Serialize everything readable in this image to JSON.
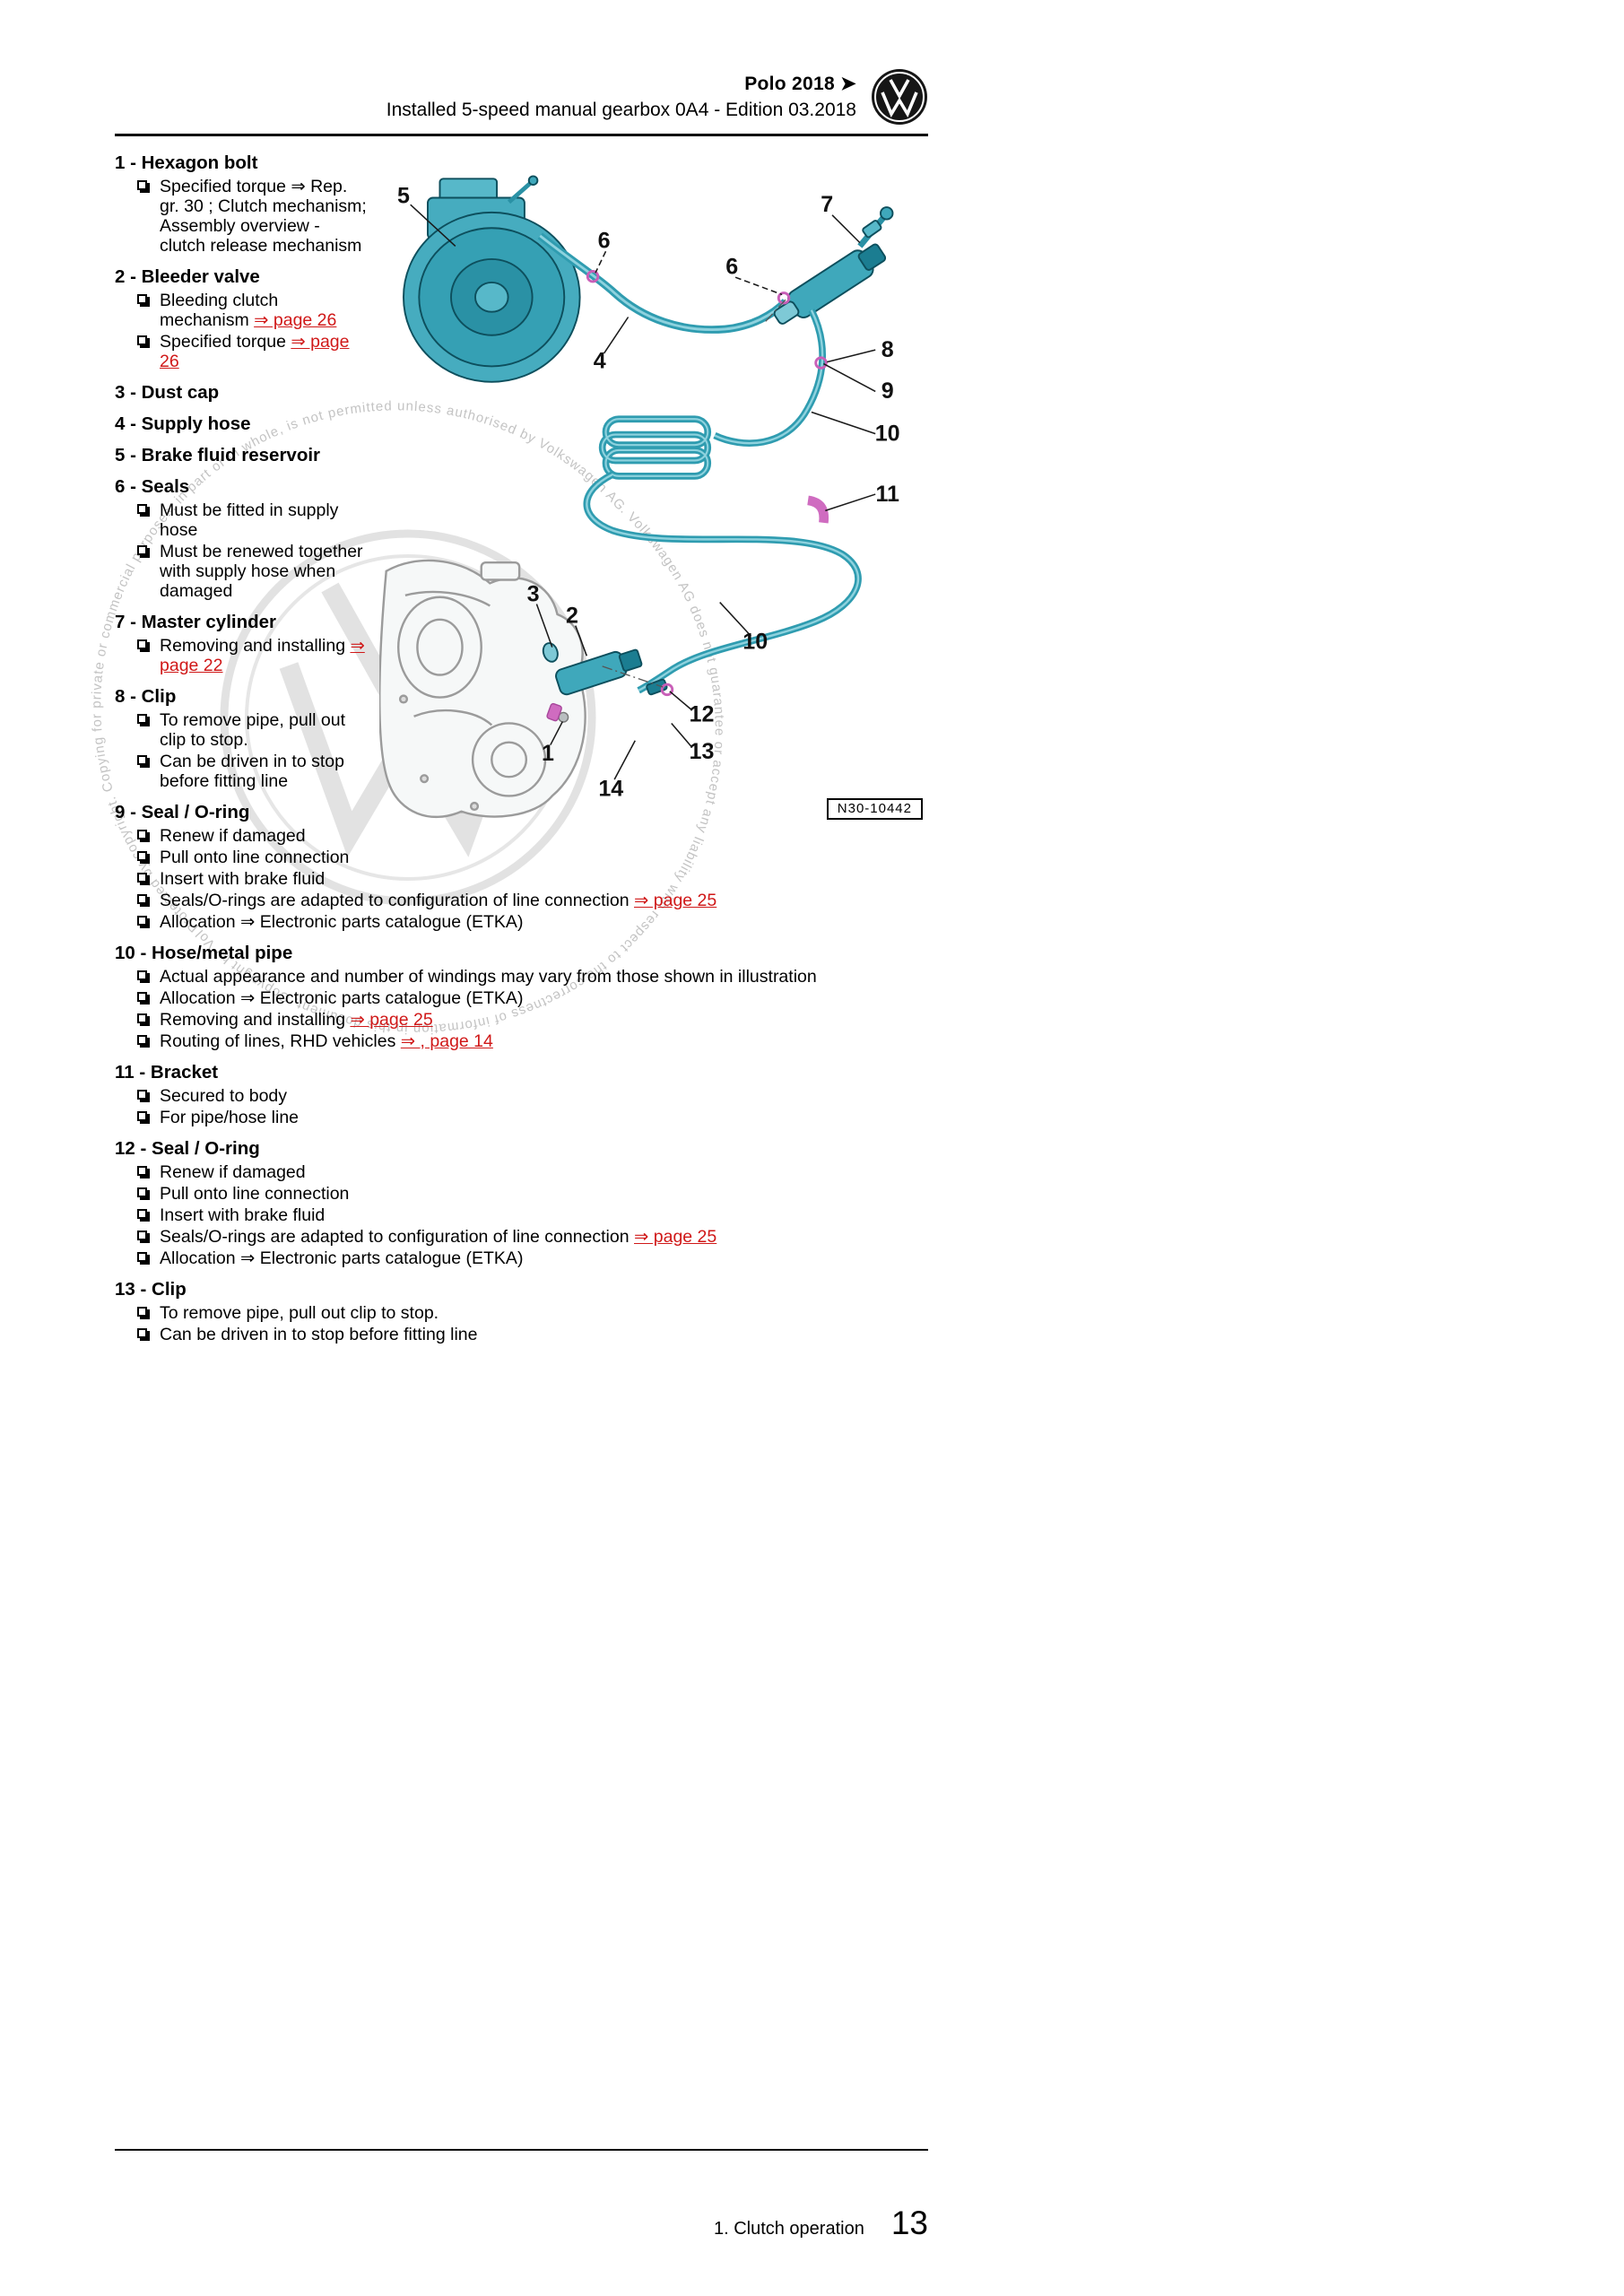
{
  "header": {
    "model": "Polo 2018 ➤",
    "title": "Installed 5-speed manual gearbox 0A4 - Edition 03.2018"
  },
  "watermark": {
    "text": "Protected by copyright. Copying for private or commercial purposes, in part or in whole, is not permitted unless authorised by Volkswagen AG. Volkswagen AG does not guarantee or accept any liability with respect to the correctness of information in this document. Copyright by Volkswagen AG."
  },
  "figure": {
    "label": "N30-10442",
    "callouts": [
      "5",
      "6",
      "6",
      "7",
      "8",
      "9",
      "10",
      "11",
      "4",
      "3",
      "2",
      "10",
      "12",
      "13",
      "1",
      "14"
    ]
  },
  "items": [
    {
      "num": "1",
      "name": "Hexagon bolt",
      "bullets": [
        [
          {
            "t": "Specified torque ⇒ Rep. gr. 30 ; Clutch mechanism; Assembly overview - clutch release mechanism"
          }
        ]
      ]
    },
    {
      "num": "2",
      "name": "Bleeder valve",
      "bullets": [
        [
          {
            "t": "Bleeding clutch mechanism "
          },
          {
            "t": "⇒ page 26",
            "link": true
          }
        ],
        [
          {
            "t": "Specified torque "
          },
          {
            "t": "⇒ page 26",
            "link": true
          }
        ]
      ]
    },
    {
      "num": "3",
      "name": "Dust cap",
      "bullets": []
    },
    {
      "num": "4",
      "name": "Supply hose",
      "bullets": []
    },
    {
      "num": "5",
      "name": "Brake fluid reservoir",
      "bullets": []
    },
    {
      "num": "6",
      "name": "Seals",
      "bullets": [
        [
          {
            "t": "Must be fitted in supply hose"
          }
        ],
        [
          {
            "t": "Must be renewed together with supply hose when damaged"
          }
        ]
      ]
    },
    {
      "num": "7",
      "name": "Master cylinder",
      "bullets": [
        [
          {
            "t": "Removing and installing "
          },
          {
            "t": "⇒ page 22",
            "link": true
          }
        ]
      ]
    },
    {
      "num": "8",
      "name": "Clip",
      "bullets": [
        [
          {
            "t": "To remove pipe, pull out clip to stop."
          }
        ],
        [
          {
            "t": "Can be driven in to stop before fitting line"
          }
        ]
      ]
    },
    {
      "num": "9",
      "name": "Seal / O-ring",
      "bullets": [
        [
          {
            "t": "Renew if damaged"
          }
        ],
        [
          {
            "t": "Pull onto line connection"
          }
        ],
        [
          {
            "t": "Insert with brake fluid"
          }
        ],
        [
          {
            "t": "Seals/O-rings are adapted to configuration of line connection "
          },
          {
            "t": "⇒ page 25",
            "link": true
          }
        ],
        [
          {
            "t": "Allocation ⇒ Electronic parts catalogue (ETKA)"
          }
        ]
      ]
    },
    {
      "num": "10",
      "name": "Hose/metal pipe",
      "bullets": [
        [
          {
            "t": "Actual appearance and number of windings may vary from those shown in illustration"
          }
        ],
        [
          {
            "t": "Allocation ⇒ Electronic parts catalogue (ETKA)"
          }
        ],
        [
          {
            "t": "Removing and installing "
          },
          {
            "t": "⇒ page 25",
            "link": true
          }
        ],
        [
          {
            "t": "Routing of lines, RHD vehicles "
          },
          {
            "t": "⇒ , page 14",
            "link": true
          }
        ]
      ]
    },
    {
      "num": "11",
      "name": "Bracket",
      "bullets": [
        [
          {
            "t": "Secured to body"
          }
        ],
        [
          {
            "t": "For pipe/hose line"
          }
        ]
      ]
    },
    {
      "num": "12",
      "name": "Seal / O-ring",
      "bullets": [
        [
          {
            "t": "Renew if damaged"
          }
        ],
        [
          {
            "t": "Pull onto line connection"
          }
        ],
        [
          {
            "t": "Insert with brake fluid"
          }
        ],
        [
          {
            "t": "Seals/O-rings are adapted to configuration of line connection "
          },
          {
            "t": "⇒ page 25",
            "link": true
          }
        ],
        [
          {
            "t": "Allocation ⇒ Electronic parts catalogue (ETKA)"
          }
        ]
      ]
    },
    {
      "num": "13",
      "name": "Clip",
      "bullets": [
        [
          {
            "t": "To remove pipe, pull out clip to stop."
          }
        ],
        [
          {
            "t": "Can be driven in to stop before fitting line"
          }
        ]
      ]
    }
  ],
  "footer": {
    "section": "1. Clutch operation",
    "page": "13"
  }
}
